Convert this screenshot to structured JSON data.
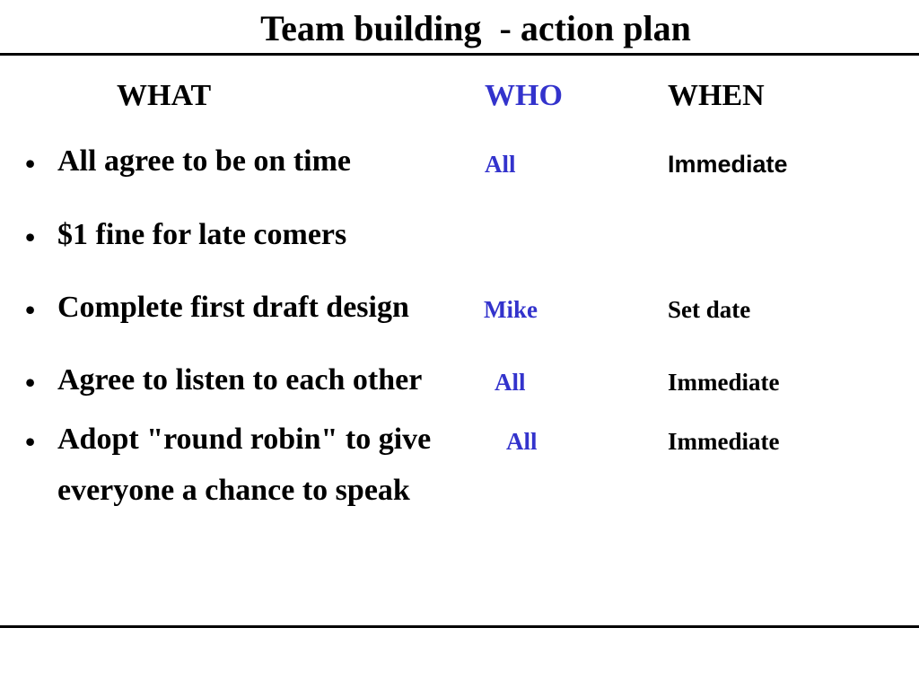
{
  "title": "Team building  - action plan",
  "columns": {
    "what": "WHAT",
    "who": "WHO",
    "when": "WHEN"
  },
  "colors": {
    "who": "#3333cc",
    "text": "#000000"
  },
  "rows": [
    {
      "bullet": "•",
      "what": "All agree to be on time",
      "who": "All",
      "when": "Immediate"
    },
    {
      "bullet": "•",
      "what": "$1 fine for late comers",
      "who": "",
      "when": ""
    },
    {
      "bullet": "•",
      "what": "Complete first draft design",
      "who": "Mike",
      "when": "Set date"
    },
    {
      "bullet": "•",
      "what": "Agree to listen to each other",
      "who": "All",
      "when": "Immediate"
    },
    {
      "bullet": "•",
      "what_lines": [
        "Adopt \"round robin\" to give",
        "everyone a chance to speak"
      ],
      "who": "All",
      "when": "Immediate"
    }
  ]
}
